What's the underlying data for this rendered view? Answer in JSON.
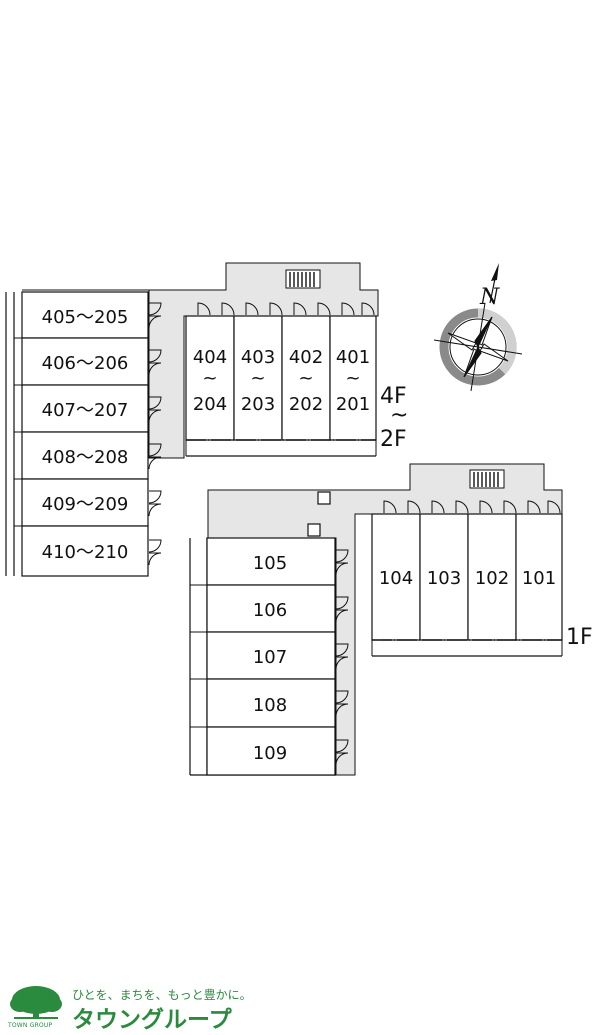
{
  "block_4f_2f": {
    "west_units": [
      "405～205",
      "406～206",
      "407～207",
      "408～208",
      "409～209",
      "410～210"
    ],
    "north_units": [
      {
        "top": "404",
        "sep": "~",
        "bottom": "204"
      },
      {
        "top": "403",
        "sep": "~",
        "bottom": "203"
      },
      {
        "top": "402",
        "sep": "~",
        "bottom": "202"
      },
      {
        "top": "401",
        "sep": "~",
        "bottom": "201"
      }
    ],
    "floor_top": "4F",
    "floor_sep": "~",
    "floor_bottom": "2F"
  },
  "block_1f": {
    "west_units": [
      "105",
      "106",
      "107",
      "108",
      "109"
    ],
    "north_units": [
      "104",
      "103",
      "102",
      "101"
    ],
    "floor": "1F"
  },
  "compass": {
    "north_label": "N"
  },
  "logo": {
    "slogan": "ひとを、まちを、もっと豊かに。",
    "name": "タウングループ",
    "caption": "TOWN GROUP"
  },
  "colors": {
    "corridor": "#e6e6e6",
    "line": "#111111",
    "compass_gray": "#8a8a8a",
    "brand_green": "#2a8a3e"
  }
}
